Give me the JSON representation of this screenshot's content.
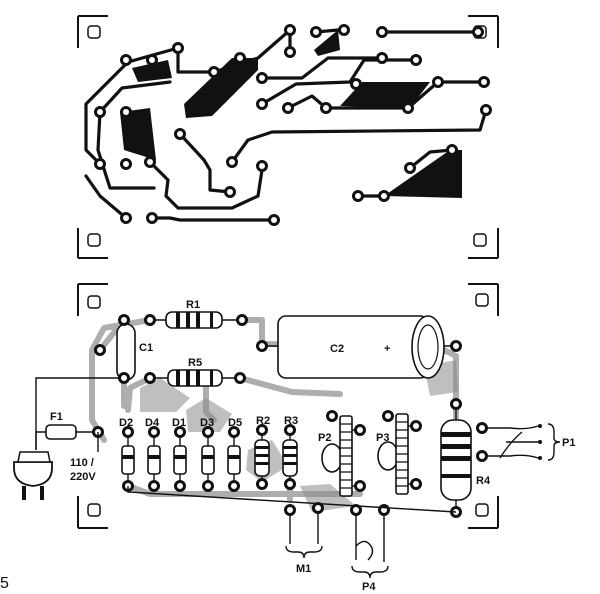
{
  "labels": {
    "c1": "C1",
    "c2": "C2",
    "c2_polarity": "+",
    "r1": "R1",
    "r2": "R2",
    "r3": "R3",
    "r4": "R4",
    "r5": "R5",
    "d1": "D1",
    "d2": "D2",
    "d3": "D3",
    "d4": "D4",
    "d5": "D5",
    "p1": "P1",
    "p2": "P2",
    "p3": "P3",
    "p4": "P4",
    "f1": "F1",
    "m1": "M1",
    "mains_line1": "110 /",
    "mains_line2": "220V",
    "page_fragment": "5"
  }
}
